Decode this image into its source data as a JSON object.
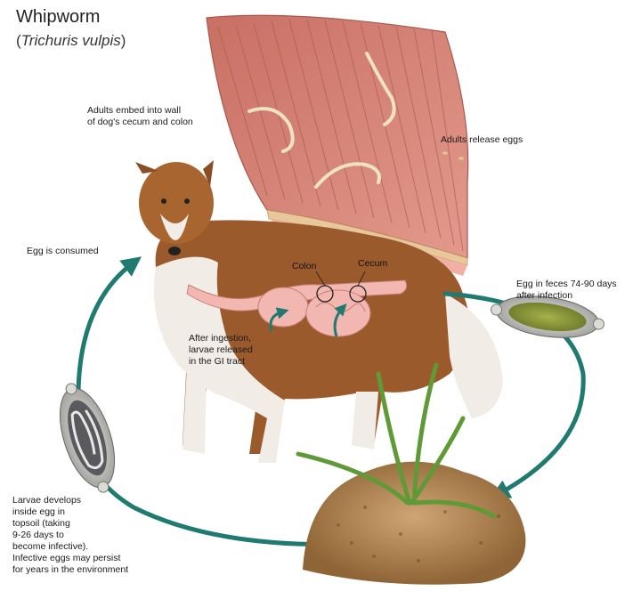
{
  "title": "Whipworm",
  "subtitle_open": "(",
  "subtitle_italic": "Trichuris vulpis",
  "subtitle_close": ")",
  "labels": {
    "adults_embed": "Adults embed into wall\nof dog's cecum and colon",
    "adults_release": "Adults release eggs",
    "egg_consumed": "Egg is consumed",
    "colon": "Colon",
    "cecum": "Cecum",
    "egg_feces": "Egg in feces 74-90 days\nafter infection",
    "after_ingestion": "After ingestion,\nlarvae released\nin the GI tract",
    "larvae_develops": "Larvae develops\ninside egg in\ntopsoil (taking\n9-26 days to\nbecome infective).\nInfective eggs may persist\nfor years in the environment"
  },
  "colors": {
    "cycle_arrow": "#1f7a70",
    "intestine_wall": "#d9857a",
    "worm": "#efe2c4",
    "dog_brown": "#9a5a2c",
    "dog_white": "#f1ede6",
    "gut": "#f2b7b0",
    "soil": "#b88a55",
    "grass": "#5f9a36"
  }
}
